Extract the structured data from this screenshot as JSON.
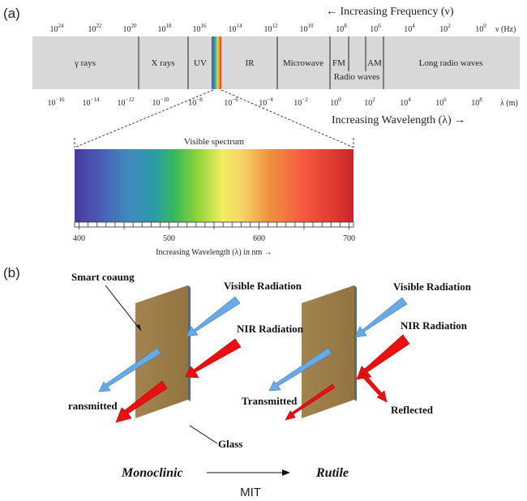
{
  "panel_a": {
    "label": "(a)",
    "frequency_arrow": "← Increasing Frequency (ν)",
    "frequency_unit": "ν (Hz)",
    "frequency_ticks": [
      {
        "base": "10",
        "exp": "24"
      },
      {
        "base": "10",
        "exp": "22"
      },
      {
        "base": "10",
        "exp": "20"
      },
      {
        "base": "10",
        "exp": "18"
      },
      {
        "base": "10",
        "exp": "16"
      },
      {
        "base": "10",
        "exp": "14"
      },
      {
        "base": "10",
        "exp": "12"
      },
      {
        "base": "10",
        "exp": "10"
      },
      {
        "base": "10",
        "exp": "8"
      },
      {
        "base": "10",
        "exp": "6"
      },
      {
        "base": "10",
        "exp": "4"
      },
      {
        "base": "10",
        "exp": "2"
      },
      {
        "base": "10",
        "exp": "0"
      }
    ],
    "bands": [
      {
        "label": "γ rays"
      },
      {
        "label": "X rays"
      },
      {
        "label": "UV"
      },
      {
        "label": "IR"
      },
      {
        "label": "Microwave"
      },
      {
        "label": "FM"
      },
      {
        "label": "AM"
      },
      {
        "label": "Long radio waves"
      }
    ],
    "radio_waves_label": "Radio waves",
    "wavelength_ticks": [
      {
        "base": "10",
        "exp": "−16"
      },
      {
        "base": "10",
        "exp": "−14"
      },
      {
        "base": "10",
        "exp": "−12"
      },
      {
        "base": "10",
        "exp": "−10"
      },
      {
        "base": "10",
        "exp": "−8"
      },
      {
        "base": "10",
        "exp": "−6"
      },
      {
        "base": "10",
        "exp": "−4"
      },
      {
        "base": "10",
        "exp": "−2"
      },
      {
        "base": "10",
        "exp": "0"
      },
      {
        "base": "10",
        "exp": "2"
      },
      {
        "base": "10",
        "exp": "4"
      },
      {
        "base": "10",
        "exp": "6"
      },
      {
        "base": "10",
        "exp": "8"
      }
    ],
    "wavelength_unit": "λ (m)",
    "wavelength_arrow": "Increasing Wavelength (λ) →",
    "visible": {
      "title": "Visible spectrum",
      "ticks": [
        "400",
        "500",
        "600",
        "700"
      ],
      "axis_label": "Increasing Wavelength (λ) in nm →"
    }
  },
  "panel_b": {
    "label": "(b)",
    "smart_coating_label": "Smart coaung",
    "glass_label": "Glass",
    "left": {
      "visible_label": "Visible Radiation",
      "nir_label": "NIR Radiation",
      "transmitted_label": "ransmitted"
    },
    "right": {
      "visible_label": "Visible Radiation",
      "nir_label": "NIR Radiation",
      "transmitted_label": "Transmitted",
      "reflected_label": "Reflected"
    },
    "phase_left": "Monoclinic",
    "phase_right": "Rutile",
    "transition_label": "MIT"
  },
  "colors": {
    "band_fill": "#d8d8d8",
    "visible_ray": "#6aaae4",
    "nir_ray": "#e81010",
    "glass_face": "#9e7d48",
    "glass_edge": "#5a6878"
  }
}
